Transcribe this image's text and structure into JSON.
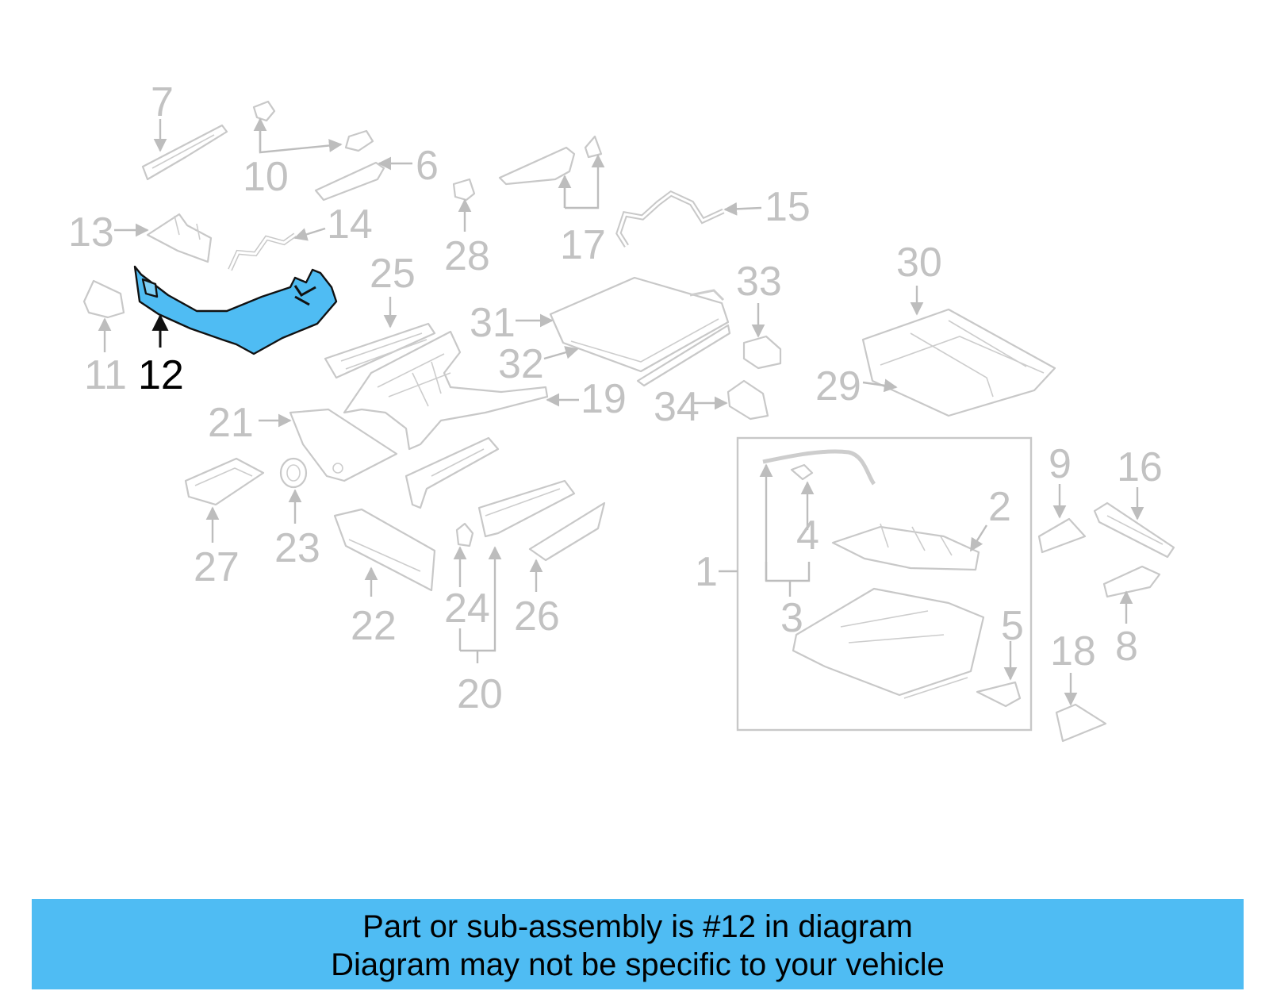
{
  "diagram": {
    "highlighted_part": "12",
    "callouts": [
      "1",
      "2",
      "3",
      "4",
      "5",
      "6",
      "7",
      "8",
      "9",
      "10",
      "11",
      "12",
      "13",
      "14",
      "15",
      "16",
      "17",
      "18",
      "19",
      "20",
      "21",
      "22",
      "23",
      "24",
      "25",
      "26",
      "27",
      "28",
      "29",
      "30",
      "31",
      "32",
      "33",
      "34"
    ],
    "colors": {
      "highlight": "#4fbcf3",
      "parts": "#c8c8c8",
      "labels": "#c2c2c2",
      "highlight_label": "#000000"
    }
  },
  "footer": {
    "line1": "Part or sub-assembly is #12 in diagram",
    "line2": "Diagram may not be specific to your vehicle"
  }
}
